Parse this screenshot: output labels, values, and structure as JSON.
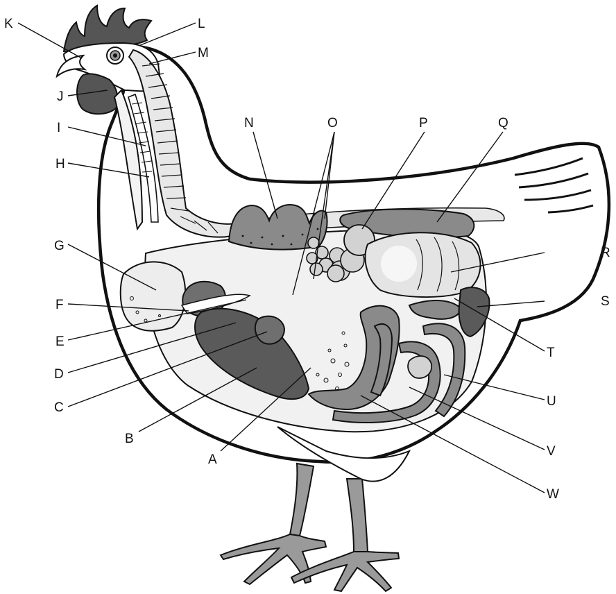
{
  "labels": {
    "A": "A",
    "B": "B",
    "C": "C",
    "D": "D",
    "E": "E",
    "F": "F",
    "G": "G",
    "H": "H",
    "I": "I",
    "J": "J",
    "K": "K",
    "L": "L",
    "M": "M",
    "N": "N",
    "O": "O",
    "P": "P",
    "Q": "Q",
    "R": "R",
    "S": "S",
    "T": "T",
    "U": "U",
    "V": "V",
    "W": "W"
  },
  "colors": {
    "outline": "#111111",
    "body_fill": "#ffffff",
    "cavity_fill": "#f1f1f1",
    "organ_light": "#d2d2d2",
    "organ_mid": "#8a8a8a",
    "organ_dark": "#5a5a5a",
    "comb": "#555555",
    "legs": "#9a9a9a"
  },
  "icons": {
    "anatomy": "chicken-internal-anatomy-drawing"
  }
}
